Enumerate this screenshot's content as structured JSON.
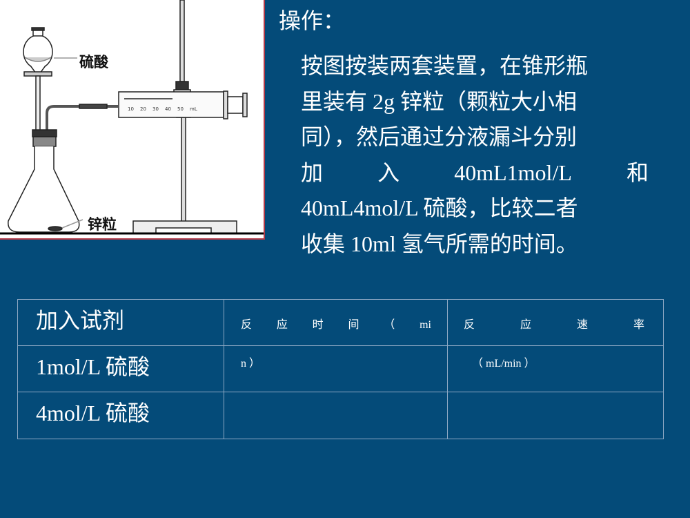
{
  "figure": {
    "label_acid": "硫酸",
    "label_zinc": "锌粒",
    "syringe_scale": [
      "10",
      "20",
      "30",
      "40",
      "50",
      "mL"
    ]
  },
  "heading": "操作：",
  "paragraph": {
    "lines": [
      "按图按装两套装置，在锥形瓶",
      "里装有 2g 锌粒（颗粒大小相",
      "同），然后通过分液漏斗分别",
      [
        "加",
        "入",
        "40mL1mol/L",
        "和"
      ],
      "40mL4mol/L 硫酸，比较二者",
      "收集 10ml 氢气所需的时间。"
    ]
  },
  "table": {
    "headers": {
      "reagent": "加入试剂",
      "time_line1": [
        "反",
        "应",
        "时",
        "间",
        "（",
        "mi"
      ],
      "time_line2": "n ）",
      "rate_line1": [
        "反",
        "应",
        "速",
        "率"
      ],
      "rate_line2": "（ mL/min ）"
    },
    "rows": [
      {
        "reagent": "1mol/L 硫酸",
        "time": "",
        "rate": ""
      },
      {
        "reagent": "4mol/L 硫酸",
        "time": "",
        "rate": ""
      }
    ]
  },
  "colors": {
    "background": "#044b79",
    "text": "#ffffff",
    "table_border": "#8fa9c4",
    "figure_border": "#b23a48"
  }
}
